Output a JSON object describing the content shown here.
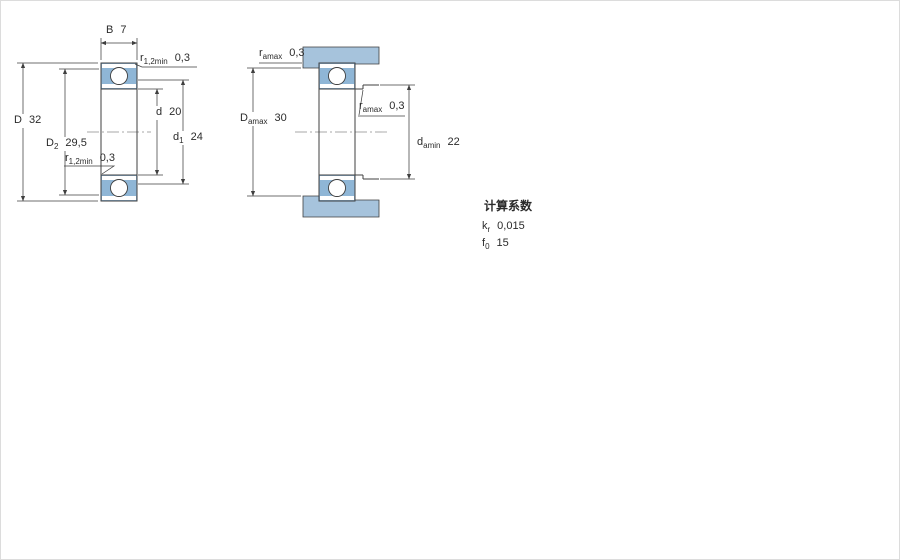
{
  "colors": {
    "line": "#3f3f3f",
    "seal-blue": "#8fb6d6",
    "shoulder-blue": "#a6c3dc",
    "text": "#2b2b2b"
  },
  "left_view": {
    "dims": {
      "B": {
        "sym": "B",
        "sub": "",
        "val": "7"
      },
      "r12_top": {
        "sym": "r",
        "sub": "1,2min",
        "val": "0,3"
      },
      "D": {
        "sym": "D",
        "sub": "",
        "val": "32"
      },
      "d": {
        "sym": "d",
        "sub": "",
        "val": "20"
      },
      "D2": {
        "sym": "D",
        "sub": "2",
        "val": "29,5"
      },
      "d1": {
        "sym": "d",
        "sub": "1",
        "val": "24"
      },
      "r12_bottom": {
        "sym": "r",
        "sub": "1,2min",
        "val": "0,3"
      }
    }
  },
  "right_view": {
    "dims": {
      "ra_top": {
        "sym": "r",
        "sub": "amax",
        "val": "0,3"
      },
      "Da": {
        "sym": "D",
        "sub": "amax",
        "val": "30"
      },
      "ra_side": {
        "sym": "r",
        "sub": "amax",
        "val": "0,3"
      },
      "da": {
        "sym": "d",
        "sub": "amin",
        "val": "22"
      }
    }
  },
  "calculation_factors": {
    "title": "计算系数",
    "kr": {
      "sym": "k",
      "sub": "r",
      "val": "0,015"
    },
    "f0": {
      "sym": "f",
      "sub": "0",
      "val": "15"
    }
  }
}
